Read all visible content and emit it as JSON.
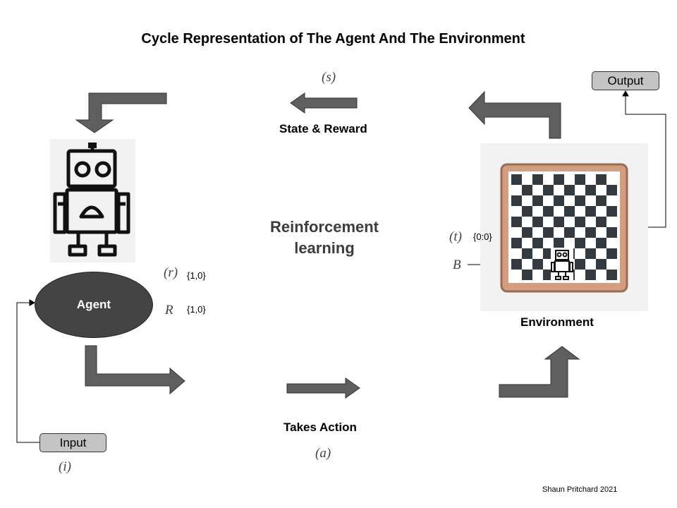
{
  "title": "Cycle Representation of The Agent And The Environment",
  "center_label_line1": "Reinforcement",
  "center_label_line2": "learning",
  "agent": {
    "label": "Agent"
  },
  "environment": {
    "label": "Environment"
  },
  "state_reward": {
    "label": "State & Reward",
    "symbol": "(s)"
  },
  "takes_action": {
    "label": "Takes Action",
    "symbol": "(a)"
  },
  "input": {
    "label": "Input",
    "symbol": "(i)"
  },
  "output": {
    "label": "Output"
  },
  "reward_small": {
    "symbol": "(r)",
    "value": "{1,0}"
  },
  "reward_total": {
    "symbol": "R",
    "value": "{1,0}"
  },
  "time": {
    "symbol": "(t)",
    "value": "{0:0}"
  },
  "board_marker": {
    "symbol": "B"
  },
  "credit": "Shaun Pritchard 2021",
  "colors": {
    "arrow_fill": "#5f5f5f",
    "agent_fill": "#444444",
    "board_frame": "#d39d80",
    "board_dark": "#333a40"
  }
}
